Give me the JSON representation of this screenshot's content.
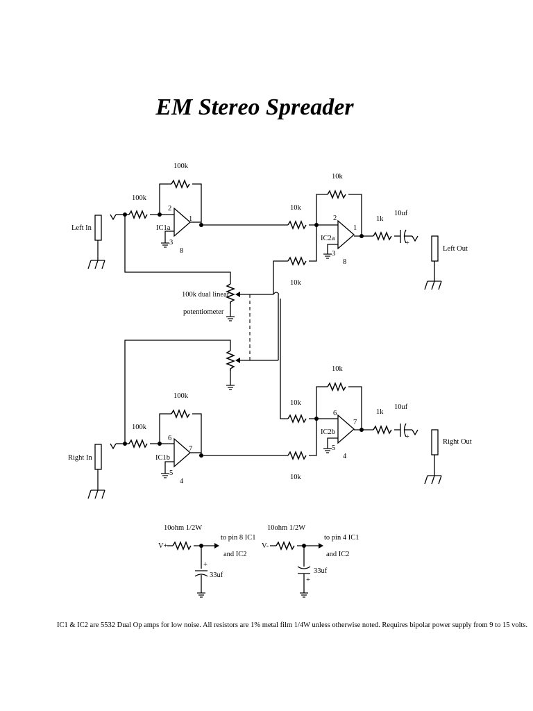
{
  "title": "EM Stereo Spreader",
  "components": {
    "ic1a": "IC1a",
    "ic1b": "IC1b",
    "ic2a": "IC2a",
    "ic2b": "IC2b",
    "pin_1": "1",
    "pin_2": "2",
    "pin_3": "3",
    "pin_4": "4",
    "pin_5": "5",
    "pin_6": "6",
    "pin_7": "7",
    "pin_8": "8"
  },
  "labels": {
    "left_in": "Left In",
    "right_in": "Right In",
    "left_out": "Left Out",
    "right_out": "Right Out",
    "r100k": "100k",
    "r10k": "10k",
    "r1k": "1k",
    "c10uf": "10uf",
    "pot_line1": "100k dual linear",
    "pot_line2": "potentiometer"
  },
  "supply": {
    "r_label": "10ohm 1/2W",
    "vplus": "V+",
    "vminus": "V-",
    "pos_to_line1": "to pin 8 IC1",
    "neg_to_line1": "to pin 4 IC1",
    "to_line2": "and IC2",
    "cap": "33uf",
    "plus": "+"
  },
  "footnote": "IC1 & IC2 are 5532 Dual Op amps for low noise.  All resistors are 1% metal film 1/4W unless otherwise noted.  Requires bipolar power supply from 9 to 15 volts."
}
